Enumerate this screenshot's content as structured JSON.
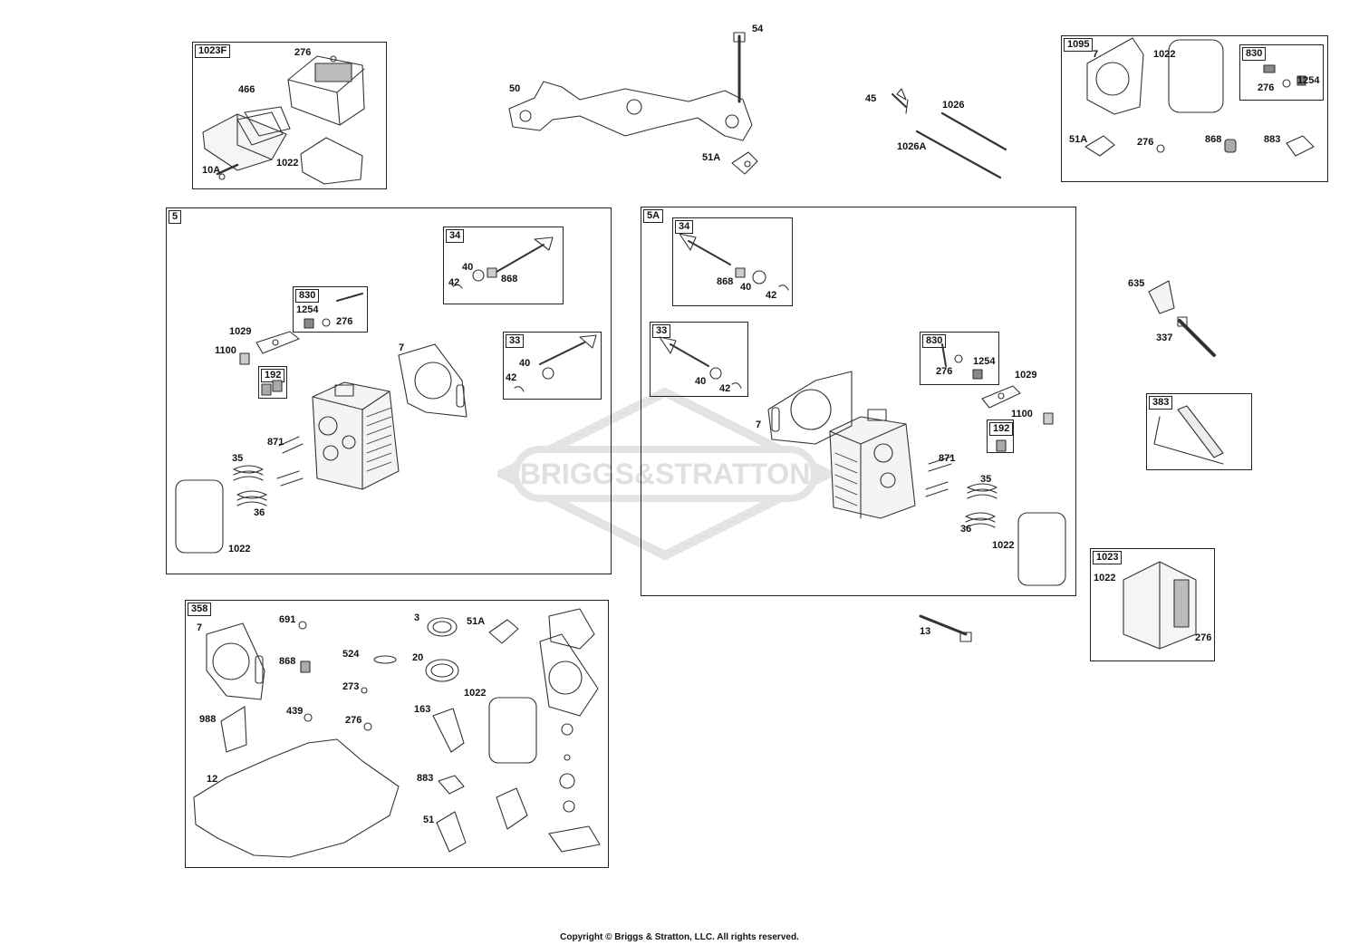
{
  "watermark": {
    "text": "BRIGGS&STRATTON"
  },
  "footer": {
    "copyright": "Copyright © Briggs & Stratton, LLC. All rights reserved."
  },
  "loose_labels": [
    "54",
    "50",
    "51A",
    "45",
    "1026",
    "1026A",
    "635",
    "337",
    "13"
  ],
  "groups": [
    {
      "id": "1023F",
      "labels": [
        "276",
        "466",
        "10A",
        "1022"
      ]
    },
    {
      "id": "1095",
      "labels": [
        "7",
        "1022",
        "51A",
        "276",
        "868",
        "883"
      ]
    },
    {
      "id": "830",
      "labels": [
        "276",
        "1254"
      ]
    },
    {
      "id": "5",
      "labels": [
        "1029",
        "1100",
        "7",
        "871",
        "35",
        "36",
        "1022"
      ]
    },
    {
      "id": "34",
      "labels": [
        "40",
        "42",
        "868"
      ]
    },
    {
      "id": "830",
      "labels": [
        "1254",
        "276"
      ]
    },
    {
      "id": "192",
      "labels": []
    },
    {
      "id": "33",
      "labels": [
        "40",
        "42"
      ]
    },
    {
      "id": "5A",
      "labels": [
        "7",
        "1029",
        "1100",
        "871",
        "35",
        "36",
        "1022"
      ]
    },
    {
      "id": "34",
      "labels": [
        "868",
        "40",
        "42"
      ]
    },
    {
      "id": "33",
      "labels": [
        "40",
        "42"
      ]
    },
    {
      "id": "830",
      "labels": [
        "276",
        "1254"
      ]
    },
    {
      "id": "192",
      "labels": []
    },
    {
      "id": "383",
      "labels": []
    },
    {
      "id": "1023",
      "labels": [
        "1022",
        "276"
      ]
    },
    {
      "id": "358",
      "labels": [
        "7",
        "691",
        "868",
        "524",
        "273",
        "988",
        "439",
        "276",
        "12",
        "3",
        "51A",
        "20",
        "1022",
        "163",
        "883",
        "51"
      ]
    }
  ]
}
